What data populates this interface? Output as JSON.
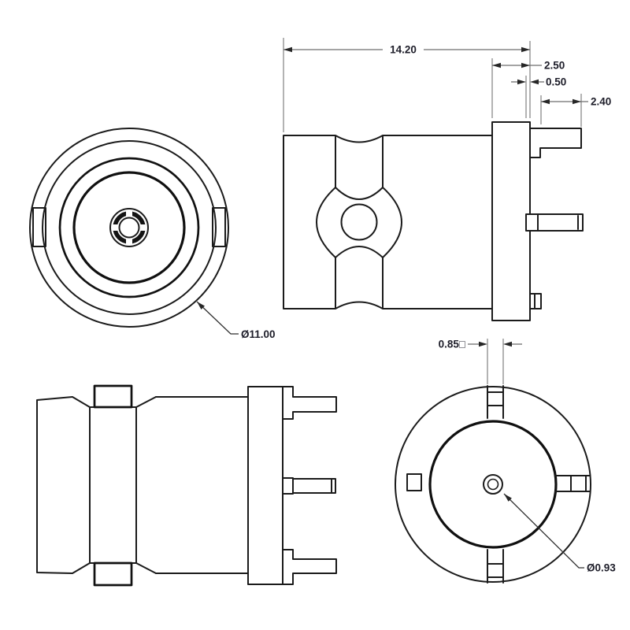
{
  "drawing": {
    "title": "connector-technical-drawing",
    "colors": {
      "background": "#ffffff",
      "outline": "#1b1b1b",
      "dimension_lines": "#8a8a8a",
      "text": "#1d1d29"
    },
    "views": {
      "front_view": {
        "body_diameter_label": "Ø11.00"
      },
      "side_view_top": {
        "overall_length": "14.20",
        "flange_thickness": "2.50",
        "pin_setback": "0.50",
        "pin_length": "2.40"
      },
      "back_view": {
        "pin_square_size": "0.85□",
        "center_pin_diameter": "Ø0.93"
      }
    }
  }
}
